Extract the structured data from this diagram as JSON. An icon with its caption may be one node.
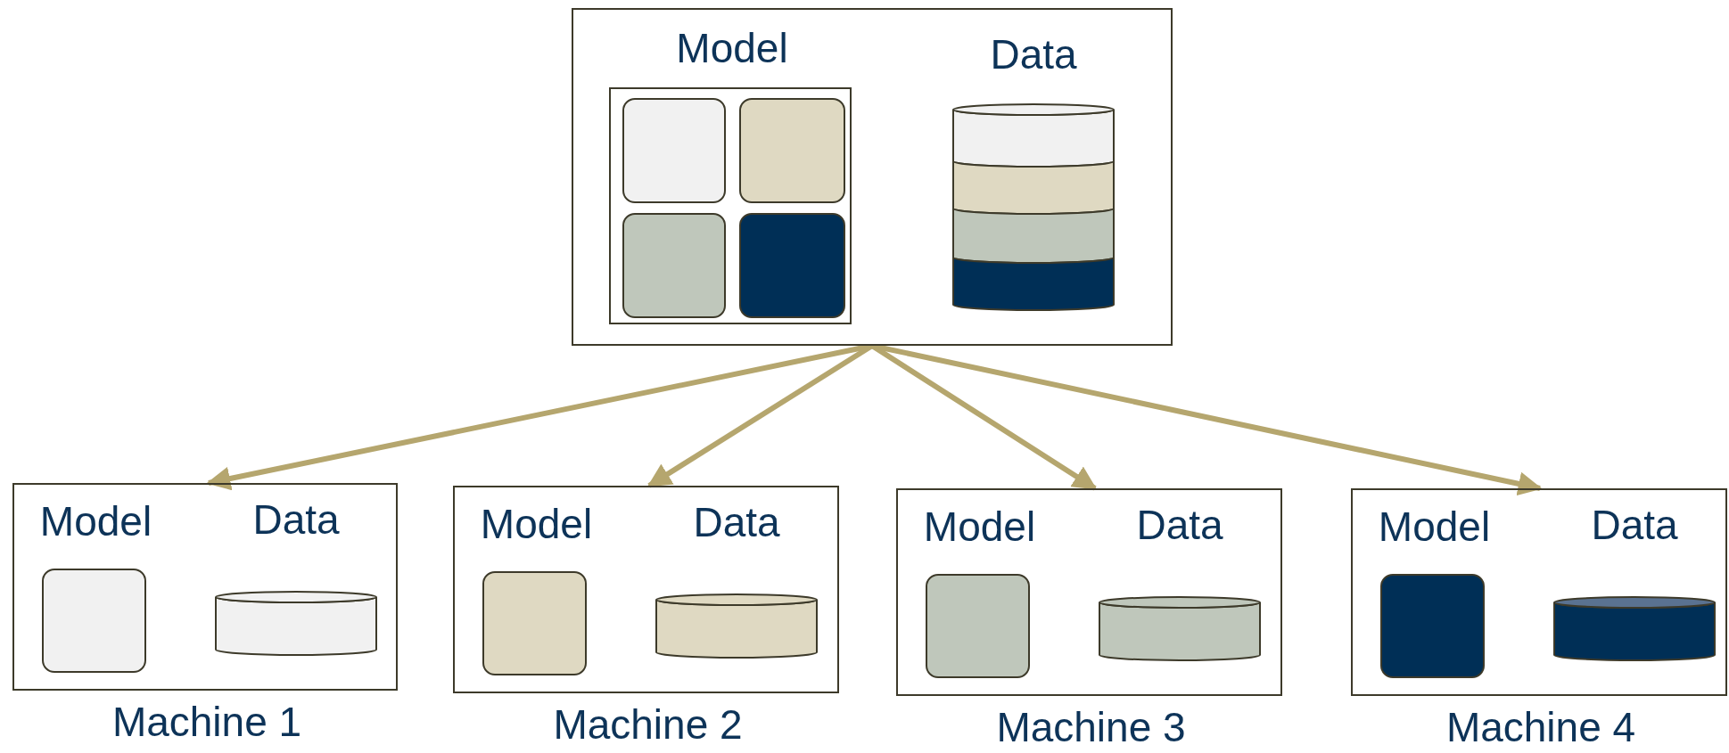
{
  "diagram": {
    "nodes": [
      {
        "text": [],
        "shape": "box"
      },
      {
        "text": [
          "Model"
        ],
        "in": 0
      },
      {
        "text": [],
        "shape": "box",
        "in": 1
      },
      {
        "text": [],
        "shape": "box",
        "in": 1
      },
      {
        "text": [],
        "shape": "box",
        "in": 1
      },
      {
        "text": [],
        "shape": "box",
        "in": 1
      },
      {
        "text": [
          "Data"
        ],
        "in": 0
      },
      {
        "text": [],
        "shape": "box",
        "beside": [
          "Machine 1"
        ]
      },
      {
        "text": [
          "Model"
        ],
        "in": 7
      },
      {
        "text": [
          "Data"
        ],
        "in": 7
      },
      {
        "text": [],
        "shape": "box",
        "beside": [
          "Machine 2"
        ]
      },
      {
        "text": [
          "Model"
        ],
        "in": 10
      },
      {
        "text": [
          "Data"
        ],
        "in": 10
      },
      {
        "text": [],
        "shape": "box",
        "beside": [
          "Machine 3"
        ]
      },
      {
        "text": [
          "Model"
        ],
        "in": 13
      },
      {
        "text": [
          "Data"
        ],
        "in": 13
      },
      {
        "text": [],
        "shape": "box",
        "beside": [
          "Machine 4"
        ]
      },
      {
        "text": [
          "Model"
        ],
        "in": 16
      },
      {
        "text": [
          "Data"
        ],
        "in": 16
      }
    ],
    "edges": [
      {
        "from": 0,
        "to": 7,
        "arrow": "to"
      },
      {
        "from": 0,
        "to": 10,
        "arrow": "to"
      },
      {
        "from": 0,
        "to": 13,
        "arrow": "to"
      },
      {
        "from": 0,
        "to": 16,
        "arrow": "to"
      }
    ]
  }
}
